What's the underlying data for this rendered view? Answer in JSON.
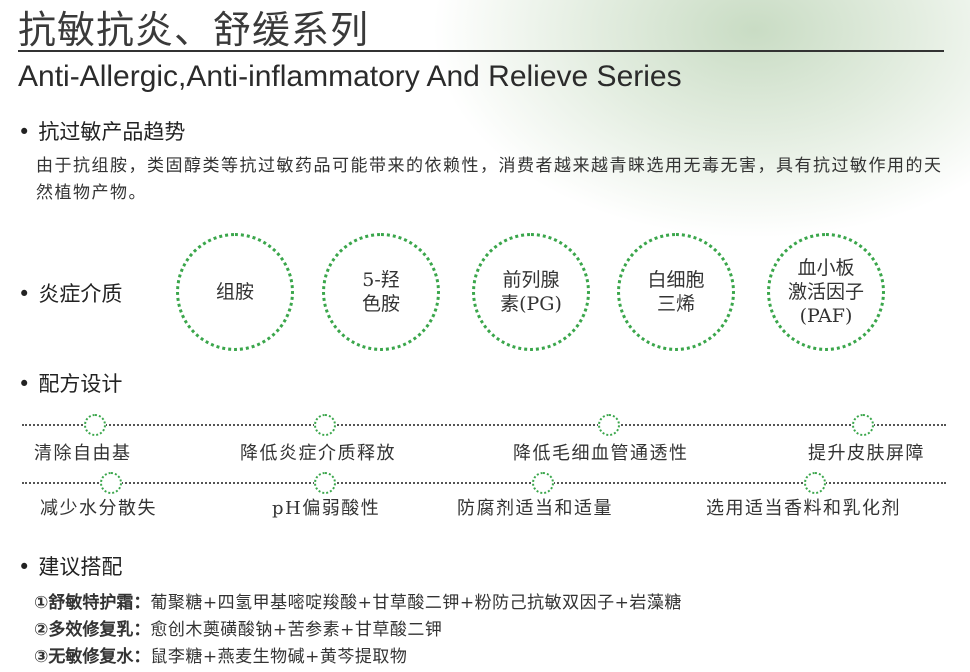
{
  "header": {
    "title_cn": "抗敏抗炎、舒缓系列",
    "title_en": "Anti-Allergic,Anti-inflammatory  And Relieve Series"
  },
  "sections": {
    "trend": {
      "bullet": "•",
      "title": "抗过敏产品趋势",
      "text": "由于抗组胺，类固醇类等抗过敏药品可能带来的依赖性，消费者越来越青睐选用无毒无害，具有抗过敏作用的天然植物产物。"
    },
    "mediators": {
      "bullet": "•",
      "title": "炎症介质",
      "items": [
        "组胺",
        "5-羟\n色胺",
        "前列腺\n素(PG)",
        "白细胞\n三烯",
        "血小板\n激活因子\n(PAF)"
      ]
    },
    "formula": {
      "bullet": "•",
      "title": "配方设计",
      "row1": [
        "清除自由基",
        "降低炎症介质释放",
        "降低毛细血管通透性",
        "提升皮肤屏障"
      ],
      "row2": [
        "减少水分散失",
        "pH偏弱酸性",
        "防腐剂适当和适量",
        "选用适当香料和乳化剂"
      ]
    },
    "recommend": {
      "bullet": "•",
      "title": "建议搭配",
      "items": [
        {
          "label": "①舒敏特护霜：",
          "text": "葡聚糖+四氢甲基嘧啶羧酸+甘草酸二钾+粉防己抗敏双因子+岩藻糖"
        },
        {
          "label": "②多效修复乳：",
          "text": "愈创木薁磺酸钠+苦参素+甘草酸二钾"
        },
        {
          "label": "③无敏修复水：",
          "text": "鼠李糖+燕麦生物碱+黄芩提取物"
        }
      ]
    }
  },
  "colors": {
    "accent_green": "#3aa64b",
    "text_dark": "#222222"
  }
}
